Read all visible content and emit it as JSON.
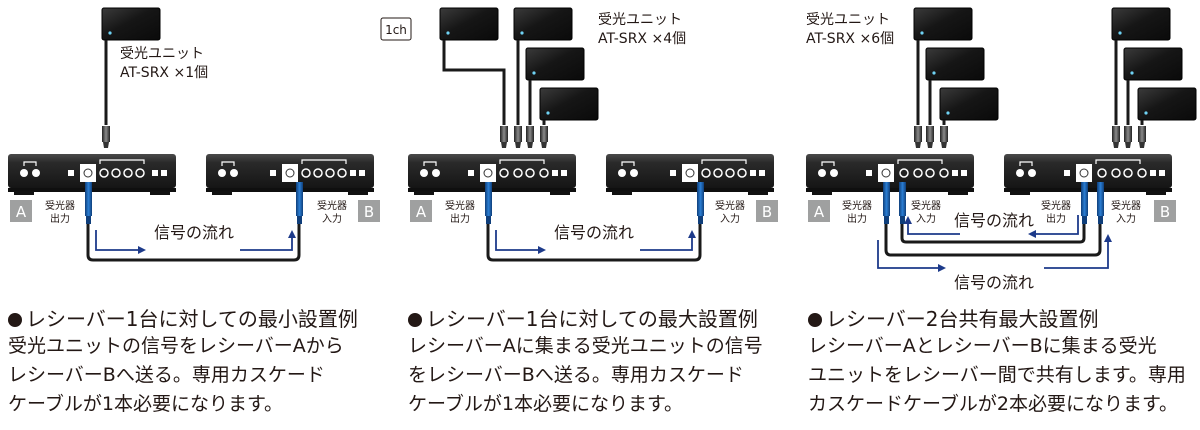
{
  "diagrams": [
    {
      "unit_label": "受光ユニット",
      "unit_model": "AT-SRX ×1個",
      "receiver_a": "A",
      "receiver_b": "B",
      "port_a_label": [
        "受光器",
        "出力"
      ],
      "port_b_label": [
        "受光器",
        "入力"
      ],
      "flow_labels": [
        "信号の流れ"
      ],
      "caption_title": "レシーバー1台に対しての最小設置例",
      "caption_body": "受光ユニットの信号をレシーバーAから\nレシーバーBへ送る。専用カスケード\nケーブルが1本必要になります。"
    },
    {
      "channel_badge": "1ch",
      "unit_label": "受光ユニット",
      "unit_model": "AT-SRX ×4個",
      "receiver_a": "A",
      "receiver_b": "B",
      "port_a_label": [
        "受光器",
        "出力"
      ],
      "port_b_label": [
        "受光器",
        "入力"
      ],
      "flow_labels": [
        "信号の流れ"
      ],
      "caption_title": "レシーバー1台に対しての最大設置例",
      "caption_body": "レシーバーAに集まる受光ユニットの信号\nをレシーバーBへ送る。専用カスケード\nケーブルが1本必要になります。"
    },
    {
      "unit_label": "受光ユニット",
      "unit_model": "AT-SRX ×6個",
      "receiver_a": "A",
      "receiver_b": "B",
      "port_a_label": [
        "受光器",
        "出力",
        "受光器",
        "入力"
      ],
      "port_b_label": [
        "受光器",
        "出力",
        "受光器",
        "入力"
      ],
      "flow_labels": [
        "信号の流れ",
        "信号の流れ"
      ],
      "caption_title": "レシーバー2台共有最大設置例",
      "caption_body": "レシーバーAとレシーバーBに集まる受光\nユニットをレシーバー間で共有します。専用\nカスケードケーブルが2本必要になります。"
    }
  ],
  "colors": {
    "ink": "#231815",
    "receiver_body": "#2b2b2b",
    "sensor_body": "#1e1e1e",
    "sensor_led": "#6fd3f5",
    "flow_arrow": "#1d3a8a",
    "plug": "#1e62b0",
    "badge_grey": "#9fa0a0"
  }
}
